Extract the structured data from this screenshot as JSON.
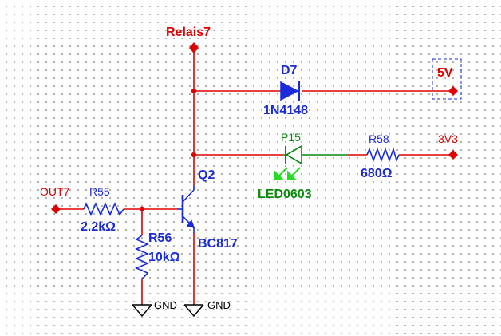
{
  "colors": {
    "wire": "#e00000",
    "component": "#1a2bdc",
    "led": "#0a8a0a",
    "led_arrow": "#22dd22",
    "net_label": "#e00000",
    "ground": "#000000"
  },
  "nets": {
    "relais": "Relais7",
    "vcc5": "5V",
    "vcc33": "3V3",
    "input": "OUT7",
    "gnd1": "GND",
    "gnd2": "GND"
  },
  "components": {
    "d7": {
      "ref": "D7",
      "value": "1N4148"
    },
    "p15": {
      "ref": "P15",
      "value": "LED0603"
    },
    "r58": {
      "ref": "R58",
      "value": "680Ω"
    },
    "r55": {
      "ref": "R55",
      "value": "2.2kΩ"
    },
    "r56": {
      "ref": "R56",
      "value": "10kΩ"
    },
    "q2": {
      "ref": "Q2",
      "value": "BC817"
    }
  }
}
